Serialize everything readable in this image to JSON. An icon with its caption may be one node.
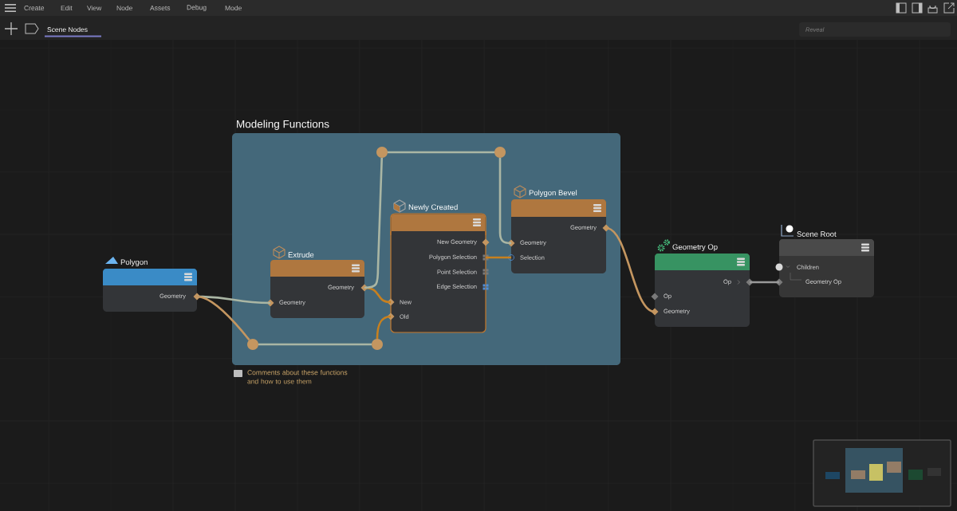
{
  "diagram": {
    "nodes": [
      {
        "text": [
          "Modeling Functions"
        ],
        "beside": [
          "Comments about these functions and how to use them"
        ]
      },
      {
        "text": [
          "Polygon",
          "Geometry"
        ]
      },
      {
        "text": [
          "Extrude",
          "Geometry",
          "Geometry"
        ],
        "in": 0
      },
      {
        "text": [
          "Newly Created",
          "New Geometry",
          "Polygon Selection",
          "Point Selection",
          "Edge Selection",
          "New",
          "Old"
        ],
        "in": 0
      },
      {
        "text": [
          "Polygon Bevel",
          "Geometry",
          "Geometry",
          "Selection"
        ],
        "in": 0
      },
      {
        "text": [
          "Geometry Op",
          "Op",
          "Op",
          "Geometry"
        ]
      },
      {
        "text": [
          "Scene Root",
          "Children",
          "Geometry Op"
        ]
      },
      {
        "text": [],
        "shape": "circle",
        "in": 0
      },
      {
        "text": [],
        "shape": "circle",
        "in": 0
      },
      {
        "text": [],
        "shape": "circle",
        "in": 0
      },
      {
        "text": [],
        "shape": "circle",
        "in": 0
      }
    ],
    "edges": [
      {
        "from": 1,
        "to": 2,
        "arrow": "none"
      },
      {
        "from": 1,
        "to": 9,
        "arrow": "none",
        "color": "#c49660"
      },
      {
        "from": 9,
        "to": 10,
        "arrow": "none"
      },
      {
        "from": 10,
        "to": 3,
        "arrow": "none",
        "color": "#c8801e"
      },
      {
        "from": 2,
        "to": 3,
        "arrow": "none",
        "color": "#c8801e"
      },
      {
        "from": 2,
        "to": 7,
        "arrow": "none"
      },
      {
        "from": 7,
        "to": 8,
        "arrow": "none"
      },
      {
        "from": 8,
        "to": 4,
        "arrow": "none"
      },
      {
        "from": 3,
        "to": 4,
        "arrow": "none",
        "color": "#c8801e"
      },
      {
        "from": 4,
        "to": 5,
        "arrow": "none",
        "color": "#c49660"
      },
      {
        "from": 5,
        "to": 6,
        "arrow": "none",
        "color": "#9a9a9a"
      }
    ],
    "labels": [
      "Create",
      "Edit",
      "View",
      "Node",
      "Assets",
      "Debug",
      "Mode",
      "Scene Nodes",
      "Reveal"
    ]
  }
}
